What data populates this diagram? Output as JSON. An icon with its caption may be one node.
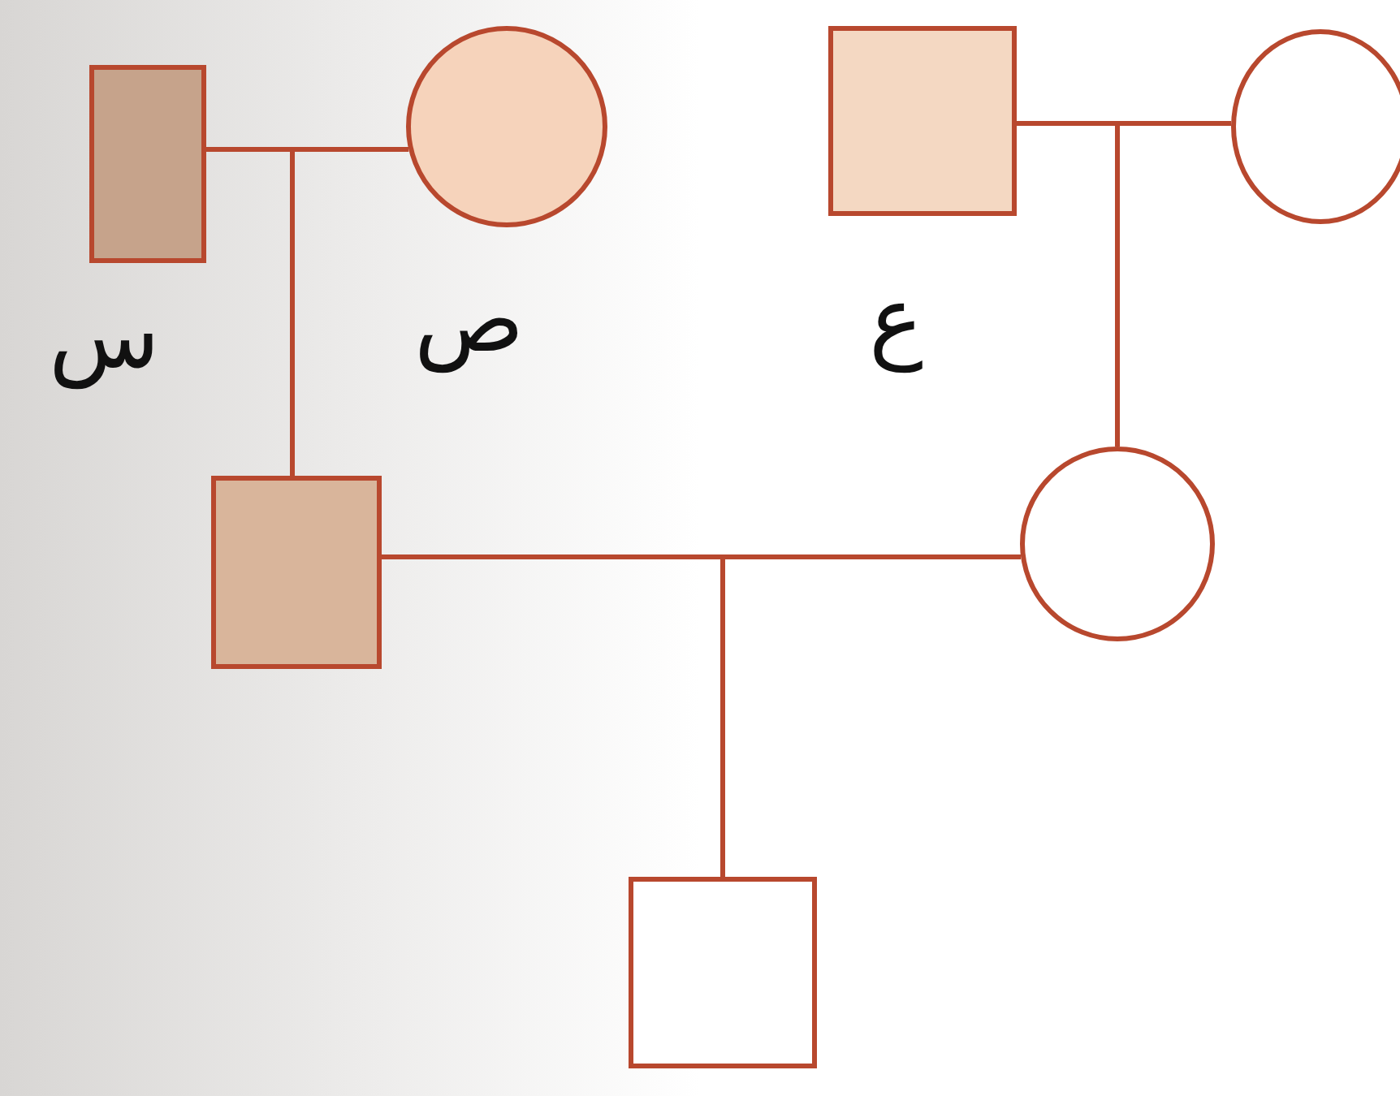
{
  "diagram": {
    "nodes": [
      {
        "text": [],
        "shape": "box",
        "beside": [
          "س"
        ]
      },
      {
        "text": [],
        "shape": "circle",
        "beside": [
          "ص"
        ]
      },
      {
        "text": [],
        "shape": "box",
        "beside": [
          "ع"
        ]
      },
      {
        "text": [],
        "shape": "circle"
      },
      {
        "text": [],
        "shape": "box"
      },
      {
        "text": [],
        "shape": "circle"
      },
      {
        "text": [],
        "shape": "box"
      }
    ],
    "edges": [
      {
        "from": 0,
        "to": 1,
        "arrow": "none"
      },
      {
        "from": 0,
        "to": 4,
        "arrow": "none"
      },
      {
        "from": 1,
        "to": 4,
        "arrow": "none"
      },
      {
        "from": 2,
        "to": 3,
        "arrow": "none"
      },
      {
        "from": 2,
        "to": 5,
        "arrow": "none"
      },
      {
        "from": 3,
        "to": 5,
        "arrow": "none"
      },
      {
        "from": 4,
        "to": 5,
        "arrow": "none"
      },
      {
        "from": 4,
        "to": 6,
        "arrow": "none"
      },
      {
        "from": 5,
        "to": 6,
        "arrow": "none"
      }
    ]
  }
}
